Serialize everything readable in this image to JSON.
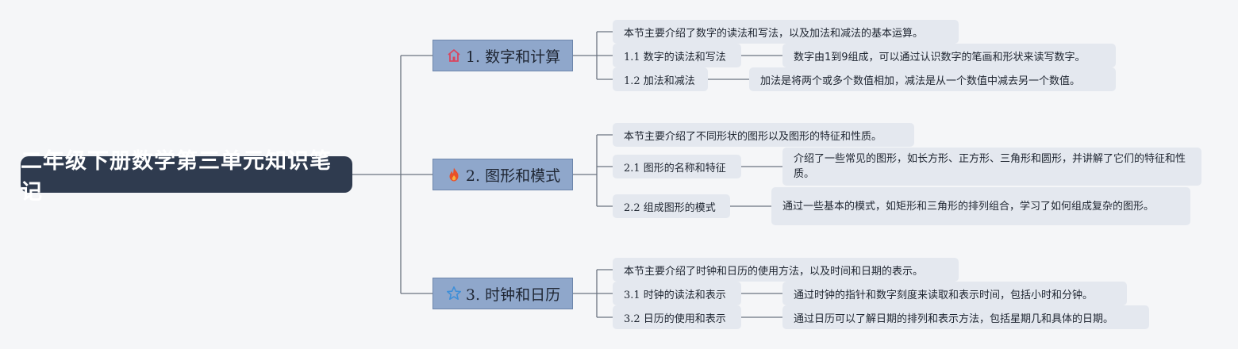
{
  "root": {
    "title": "二年级下册数学第三单元知识笔记"
  },
  "topics": [
    {
      "label": "1. 数字和计算",
      "icon": "house-icon",
      "icon_color": "#d9455f",
      "summary": "本节主要介绍了数字的读法和写法，以及加法和减法的基本运算。",
      "subtopics": [
        {
          "label": "1.1 数字的读法和写法",
          "detail": "数字由1到9组成，可以通过认识数字的笔画和形状来读写数字。"
        },
        {
          "label": "1.2 加法和减法",
          "detail": "加法是将两个或多个数值相加，减法是从一个数值中减去另一个数值。"
        }
      ]
    },
    {
      "label": "2. 图形和模式",
      "icon": "fire-icon",
      "icon_color": "#e8502a",
      "summary": "本节主要介绍了不同形状的图形以及图形的特征和性质。",
      "subtopics": [
        {
          "label": "2.1 图形的名称和特征",
          "detail": "介绍了一些常见的图形，如长方形、正方形、三角形和圆形，并讲解了它们的特征和性质。"
        },
        {
          "label": "2.2 组成图形的模式",
          "detail": "通过一些基本的模式，如矩形和三角形的排列组合，学习了如何组成复杂的图形。"
        }
      ]
    },
    {
      "label": "3. 时钟和日历",
      "icon": "star-icon",
      "icon_color": "#3f8fd8",
      "summary": "本节主要介绍了时钟和日历的使用方法，以及时间和日期的表示。",
      "subtopics": [
        {
          "label": "3.1 时钟的读法和表示",
          "detail": "通过时钟的指针和数字刻度来读取和表示时间，包括小时和分钟。"
        },
        {
          "label": "3.2 日历的使用和表示",
          "detail": "通过日历可以了解日期的排列和表示方法，包括星期几和具体的日期。"
        }
      ]
    }
  ]
}
